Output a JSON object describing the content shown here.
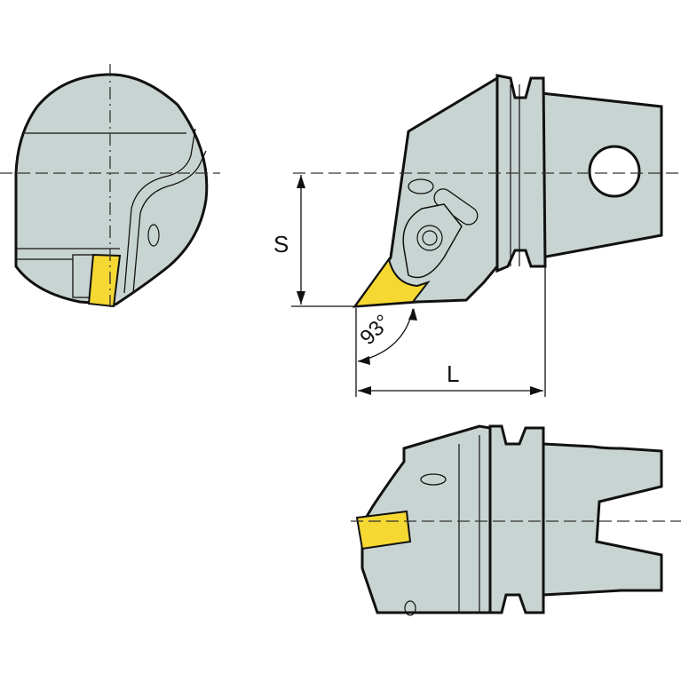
{
  "diagram": {
    "type": "technical-drawing",
    "subject": "turning tool holder with insert (three views)",
    "colors": {
      "body": "#c8d4d2",
      "insert": "#f5d832",
      "outline": "#111111",
      "centerline": "#333333",
      "background": "#ffffff"
    },
    "views": [
      {
        "id": "end-view",
        "description": "front/end view, round body with insert"
      },
      {
        "id": "top-view",
        "description": "top view with dimensions S, L and angle 93°"
      },
      {
        "id": "side-view",
        "description": "side view with coupling fork"
      }
    ],
    "dimensions": {
      "s_label": "S",
      "l_label": "L",
      "angle_label": "93°"
    }
  }
}
